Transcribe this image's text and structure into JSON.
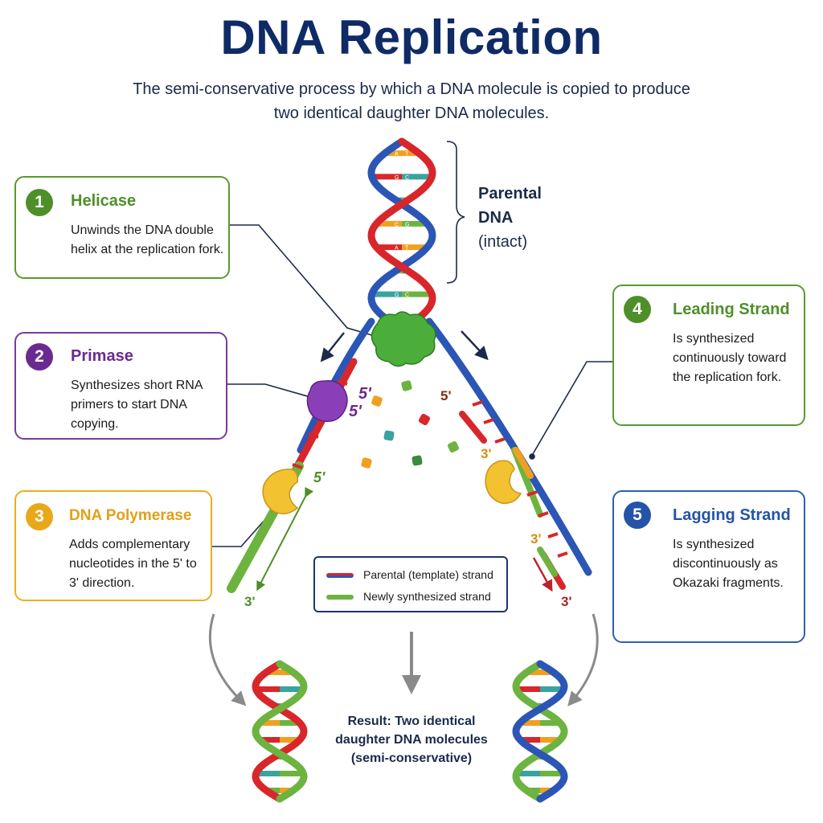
{
  "header": {
    "title": "DNA Replication",
    "subtitle": "The semi-conservative process by which a DNA molecule is copied to produce two identical daughter DNA molecules."
  },
  "parental": {
    "label_line1": "Parental",
    "label_line2": "DNA",
    "label_line3": "(intact)"
  },
  "steps": [
    {
      "number": "1",
      "title": "Helicase",
      "description": "Unwinds the DNA double helix at the replication fork.",
      "color": "#4f8f2a"
    },
    {
      "number": "2",
      "title": "Primase",
      "description": "Synthesizes short RNA primers to start DNA copying.",
      "color": "#6b2a90"
    },
    {
      "number": "3",
      "title": "DNA Polymerase",
      "description": "Adds complementary nucleotides in the 5' to 3' direction.",
      "color": "#e8a81a"
    },
    {
      "number": "4",
      "title": "Leading Strand",
      "description": "Is synthesized continuously toward the replication fork.",
      "color": "#4f8f2a"
    },
    {
      "number": "5",
      "title": "Lagging Strand",
      "description": "Is synthesized discontinuously as Okazaki fragments.",
      "color": "#2453a8"
    }
  ],
  "fork_labels": {
    "primase_5_top": "5'",
    "primase_5_bottom": "5'",
    "center_5": "5'",
    "left_strand_5": "5'",
    "left_strand_3": "3'",
    "right_strand_3_top": "3'",
    "right_strand_3_mid": "3'",
    "right_strand_3_bottom": "3'"
  },
  "leading_icon": {
    "top": "5'",
    "bottom": "3'"
  },
  "lagging_icon": {
    "left": "5'",
    "top": "5'",
    "bottom": "5'"
  },
  "base_letters": [
    "A",
    "T",
    "G",
    "C",
    "T",
    "A",
    "C",
    "G",
    "A",
    "T"
  ],
  "legend": {
    "parental": "Parental (template) strand",
    "newly": "Newly synthesized strand"
  },
  "result": {
    "line1": "Result: Two identical",
    "line2": "daughter DNA molecules",
    "line3": "(semi-conservative)"
  },
  "colors": {
    "parental_red": "#d8262a",
    "parental_blue": "#2b56b5",
    "new_green": "#6db33f",
    "helicase": "#4cae3a",
    "primase": "#8a3fb8",
    "polymerase": "#f2c230",
    "navy": "#0f2b66"
  }
}
